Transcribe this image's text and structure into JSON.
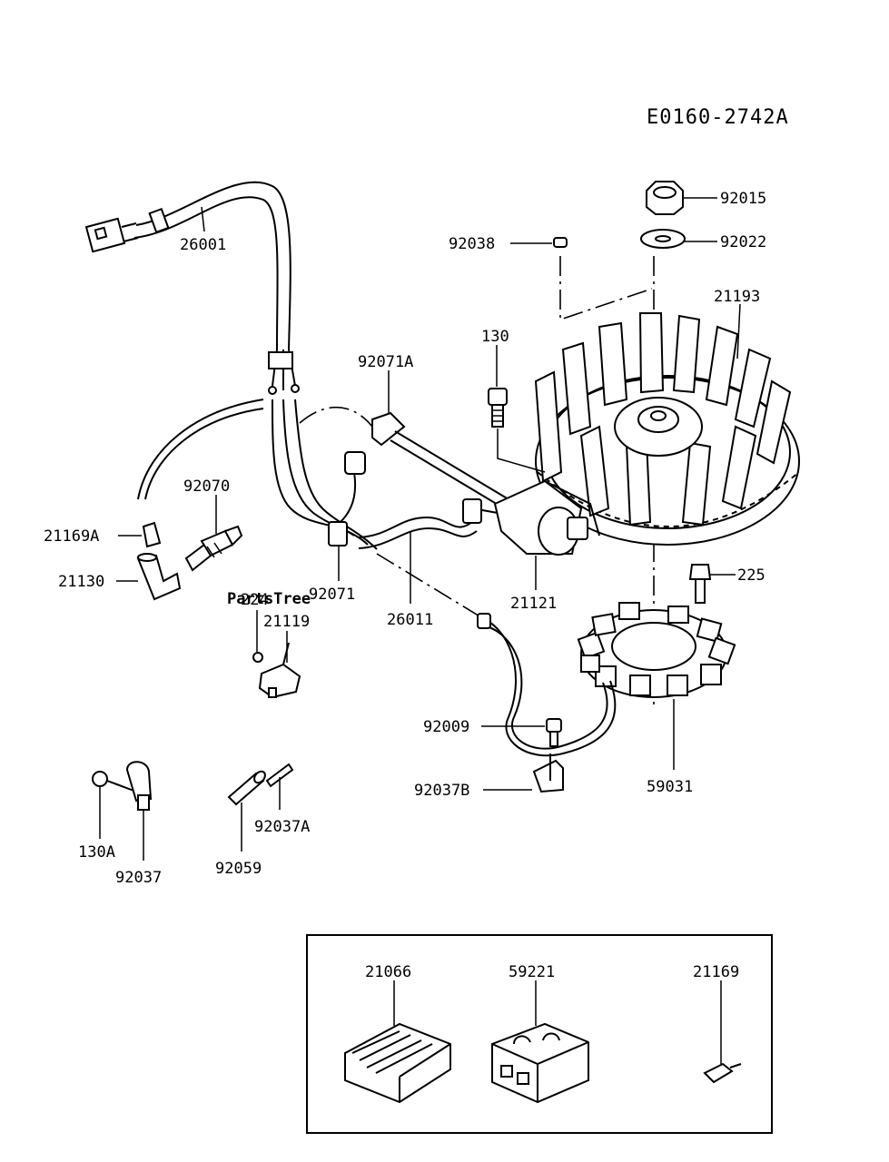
{
  "diagram_code": "E0160-2742A",
  "watermark": "PartsTree",
  "parts": [
    {
      "id": "p26001",
      "label": "26001",
      "icon": "wire-harness-icon"
    },
    {
      "id": "p92015",
      "label": "92015",
      "icon": "flange-nut-icon"
    },
    {
      "id": "p92022",
      "label": "92022",
      "icon": "washer-icon"
    },
    {
      "id": "p92038",
      "label": "92038",
      "icon": "key-icon"
    },
    {
      "id": "p21193",
      "label": "21193",
      "icon": "flywheel-icon"
    },
    {
      "id": "p130",
      "label": "130",
      "icon": "bolt-icon"
    },
    {
      "id": "p92071A",
      "label": "92071A",
      "icon": "clamp-icon"
    },
    {
      "id": "p92070",
      "label": "92070",
      "icon": "spark-plug-icon"
    },
    {
      "id": "p21169A",
      "label": "21169A",
      "icon": "terminal-icon"
    },
    {
      "id": "p21130",
      "label": "21130",
      "icon": "plug-cap-icon"
    },
    {
      "id": "p92071",
      "label": "92071",
      "icon": "clamp-icon"
    },
    {
      "id": "p21121",
      "label": "21121",
      "icon": "ignition-coil-icon"
    },
    {
      "id": "p225",
      "label": "225",
      "icon": "bolt-icon"
    },
    {
      "id": "p224",
      "label": "224",
      "icon": "screw-icon"
    },
    {
      "id": "p21119",
      "label": "21119",
      "icon": "switch-icon"
    },
    {
      "id": "p26011",
      "label": "26011",
      "icon": "lead-wire-icon"
    },
    {
      "id": "p92009",
      "label": "92009",
      "icon": "screw-icon"
    },
    {
      "id": "p92037B",
      "label": "92037B",
      "icon": "clamp-icon"
    },
    {
      "id": "p59031",
      "label": "59031",
      "icon": "stator-icon"
    },
    {
      "id": "p130A",
      "label": "130A",
      "icon": "bolt-icon"
    },
    {
      "id": "p92037",
      "label": "92037",
      "icon": "clamp-icon"
    },
    {
      "id": "p92059",
      "label": "92059",
      "icon": "tube-icon"
    },
    {
      "id": "p92037A",
      "label": "92037A",
      "icon": "cable-tie-icon"
    },
    {
      "id": "p21066",
      "label": "21066",
      "icon": "regulator-icon"
    },
    {
      "id": "p59221",
      "label": "59221",
      "icon": "connector-icon"
    },
    {
      "id": "p21169",
      "label": "21169",
      "icon": "terminal-icon"
    }
  ]
}
